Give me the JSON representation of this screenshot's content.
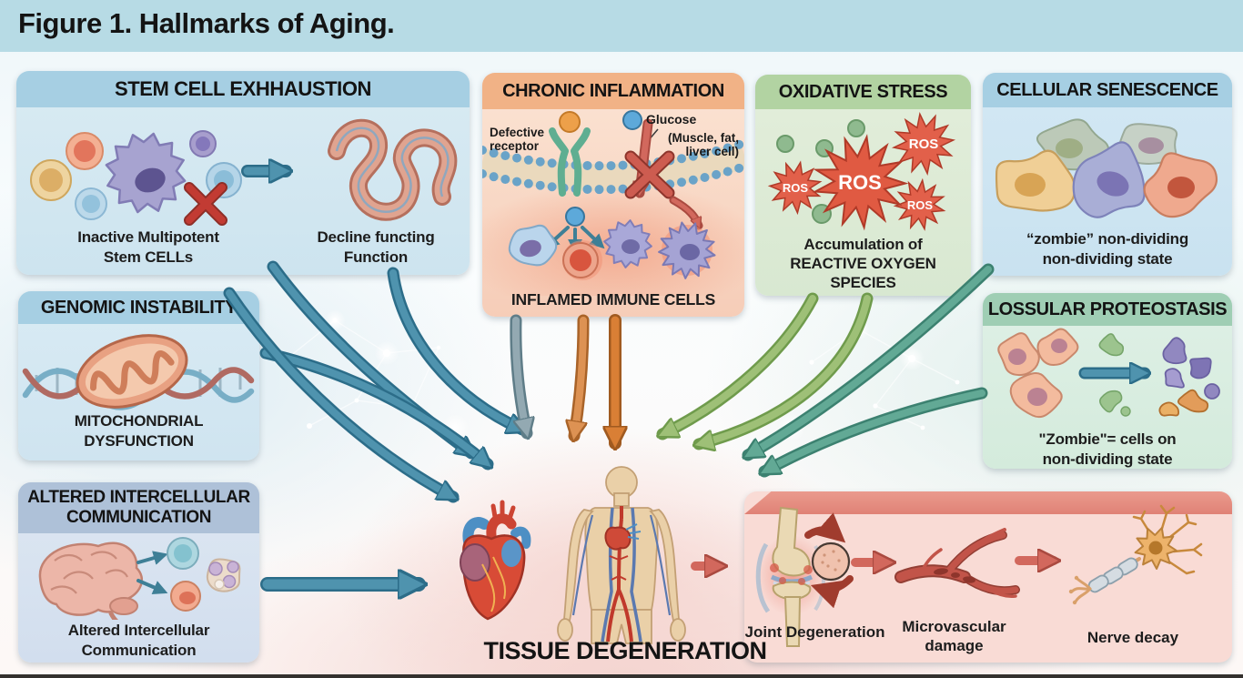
{
  "figure_title": "Figure 1. Hallmarks of Aging.",
  "panels": {
    "stem_cell": {
      "title": "STEM CELL EXHHAUSTION",
      "caption_left_line1": "Inactive Multipotent",
      "caption_left_line2": "Stem CELLs",
      "caption_right_line1": "Decline functing",
      "caption_right_line2": "Function"
    },
    "chronic_inflammation": {
      "title": "CHRONIC INFLAMMATION",
      "receptor_label_line1": "Defective",
      "receptor_label_line2": "receptor",
      "glucose_label": "Glucose",
      "glucose_sub_line1": "(Muscle, fat,",
      "glucose_sub_line2": "liver cell)",
      "caption": "INFLAMED IMMUNE CELLS"
    },
    "oxidative_stress": {
      "title": "OXIDATIVE STRESS",
      "ros_label": "ROS",
      "caption_line1": "Accumulation of",
      "caption_line2": "REACTIVE OXYGEN",
      "caption_line3": "SPECIES"
    },
    "cellular_senescence": {
      "title": "CELLULAR SENESCENCE",
      "caption_line1": "“zombie” non-dividing",
      "caption_line2": "non-dividing state"
    },
    "genomic_instability": {
      "title": "GENOMIC INSTABILITY",
      "caption_line1": "MITOCHONDRIAL",
      "caption_line2": "DYSFUNCTION"
    },
    "lossular_proteostasis": {
      "title": "LOSSULAR PROTEOSTASIS",
      "caption_line1": "\"Zombie\"= cells on",
      "caption_line2": "non-dividing state"
    },
    "altered_communication": {
      "title_line1": "ALTERED INTERCELLULAR",
      "title_line2": "COMMUNICATION",
      "caption_line1": "Altered Intercellular",
      "caption_line2": "Communication"
    }
  },
  "outcomes": {
    "tissue_degeneration": "TISSUE DEGENERATION",
    "joint_degeneration": "Joint Degeneration",
    "microvascular_line1": "Microvascular",
    "microvascular_line2": "damage",
    "nerve_decay": "Nerve decay"
  },
  "colors": {
    "title_bar": "#b7dbe5",
    "header_blue": "#a6cfe3",
    "header_orange": "#f1b286",
    "header_green": "#b2d3a2",
    "header_teal_green": "#9fceb4",
    "header_blue_gray": "#aec1d8",
    "arrow_teal": "#4f93ae",
    "arrow_orange": "#dd9253",
    "arrow_green": "#9ec077",
    "arrow_teal_green": "#62a995",
    "arrow_red": "#d2685d",
    "ros_red": "#e05a42",
    "outcome_panel": "#f9dbd5",
    "outcome_band": "#e58a7e"
  }
}
